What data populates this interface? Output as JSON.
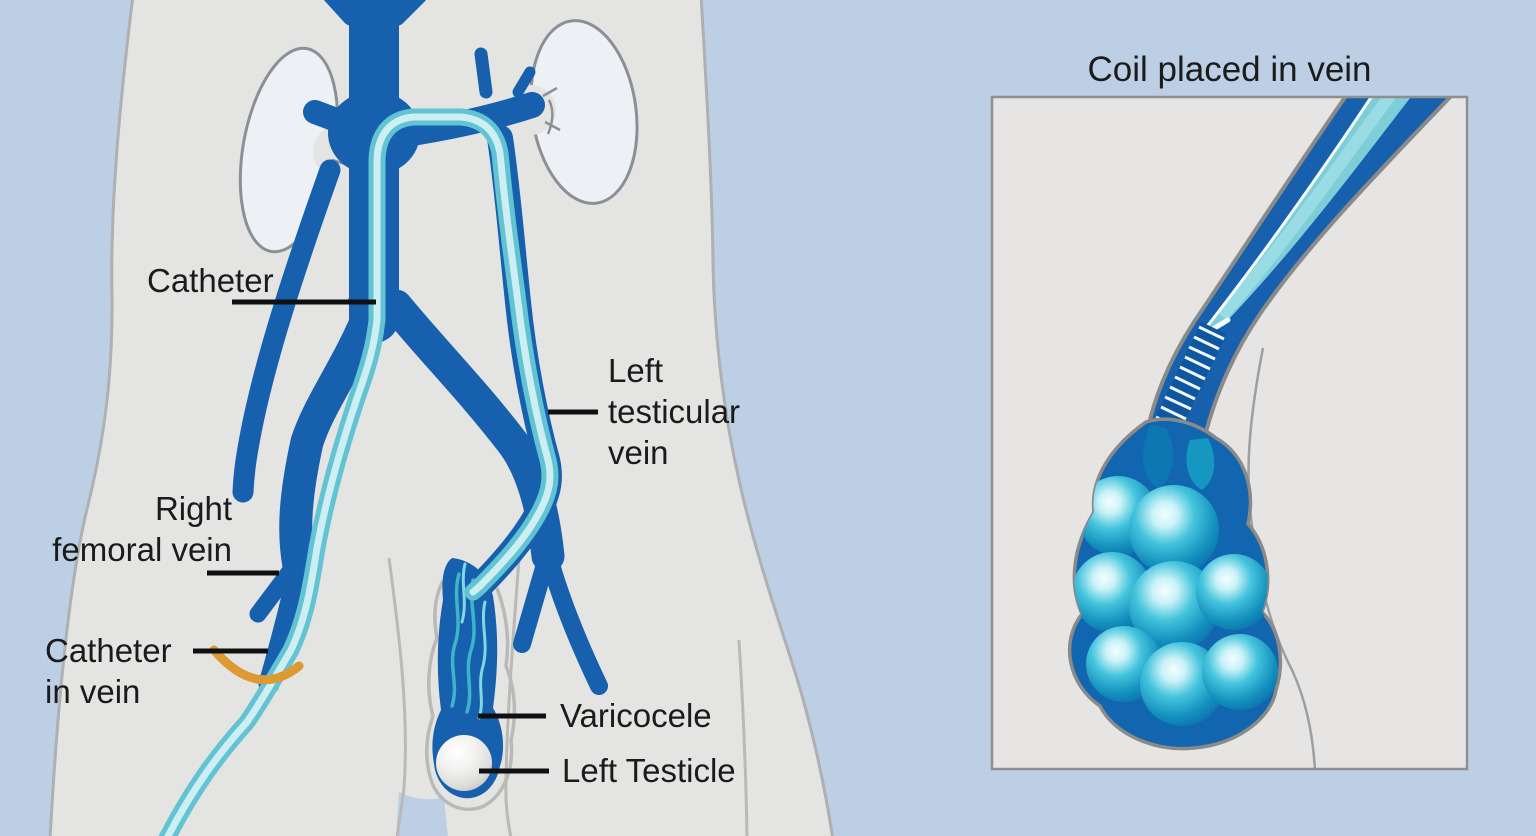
{
  "inset": {
    "title": "Coil placed in vein"
  },
  "labels": {
    "catheter": {
      "text": "Catheter"
    },
    "left_testicular_vein": {
      "line1": "Left",
      "line2": "testicular",
      "line3": "vein"
    },
    "right_femoral_vein": {
      "line1": "Right",
      "line2": "femoral vein"
    },
    "catheter_in_vein": {
      "line1": "Catheter",
      "line2": "in vein"
    },
    "varicocele": {
      "text": "Varicocele"
    },
    "left_testicle": {
      "text": "Left Testicle"
    }
  },
  "colors": {
    "background": "#bccfe4",
    "body_fill": "#e4e4e3",
    "body_outline": "#aeb0b1",
    "soft_line": "#b9bab8",
    "vein_blue": "#1660ae",
    "vein_blue_dark": "#0d57a0",
    "catheter_teal": "#62c3d2",
    "catheter_light": "#cdeef2",
    "kidney_fill": "#edf1f6",
    "kidney_outline": "#8b9097",
    "entry_marker_orange": "#dd9a33",
    "pointer_line": "#101010",
    "label_text": "#1b1b1b",
    "inset_fill": "#e6e5e3",
    "inset_border": "#8f8f8f"
  }
}
